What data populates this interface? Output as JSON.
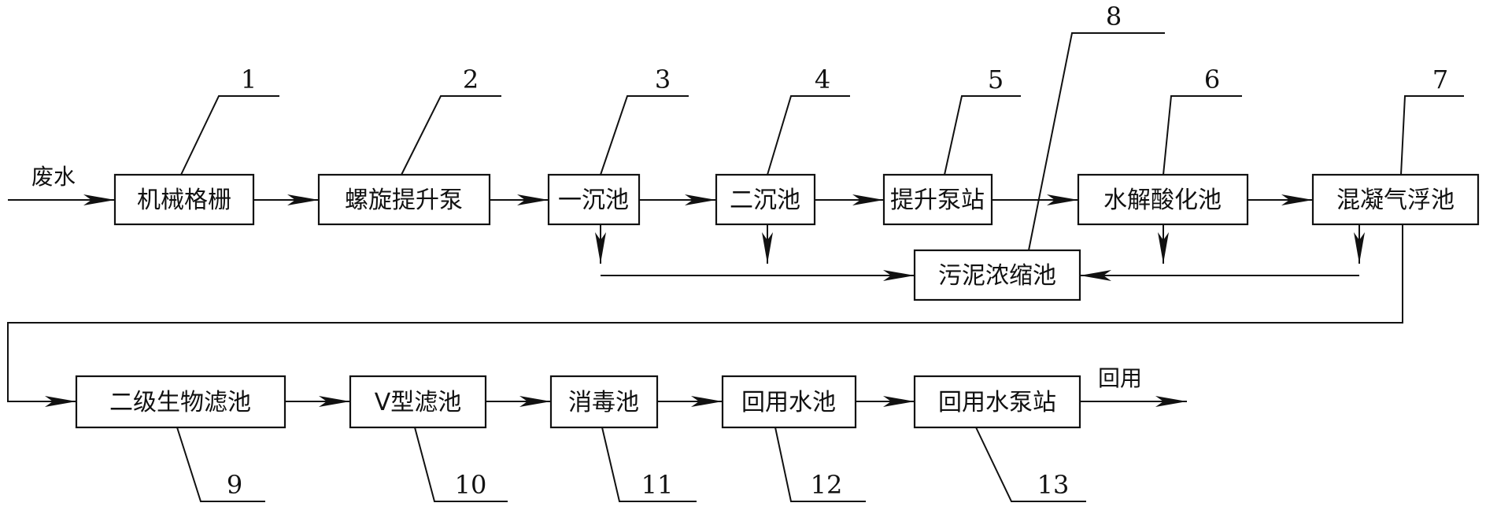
{
  "input_label": "废水",
  "output_label": "回用",
  "units": {
    "u1": {
      "name": "机械格栅",
      "number": "1"
    },
    "u2": {
      "name": "螺旋提升泵",
      "number": "2"
    },
    "u3": {
      "name": "一沉池",
      "number": "3"
    },
    "u4": {
      "name": "二沉池",
      "number": "4"
    },
    "u5": {
      "name": "提升泵站",
      "number": "5"
    },
    "u6": {
      "name": "水解酸化池",
      "number": "6"
    },
    "u7": {
      "name": "混凝气浮池",
      "number": "7"
    },
    "u8": {
      "name": "污泥浓缩池",
      "number": "8"
    },
    "u9": {
      "name": "二级生物滤池",
      "number": "9"
    },
    "u10": {
      "name": "V型滤池",
      "number": "10"
    },
    "u11": {
      "name": "消毒池",
      "number": "11"
    },
    "u12": {
      "name": "回用水池",
      "number": "12"
    },
    "u13": {
      "name": "回用水泵站",
      "number": "13"
    }
  }
}
